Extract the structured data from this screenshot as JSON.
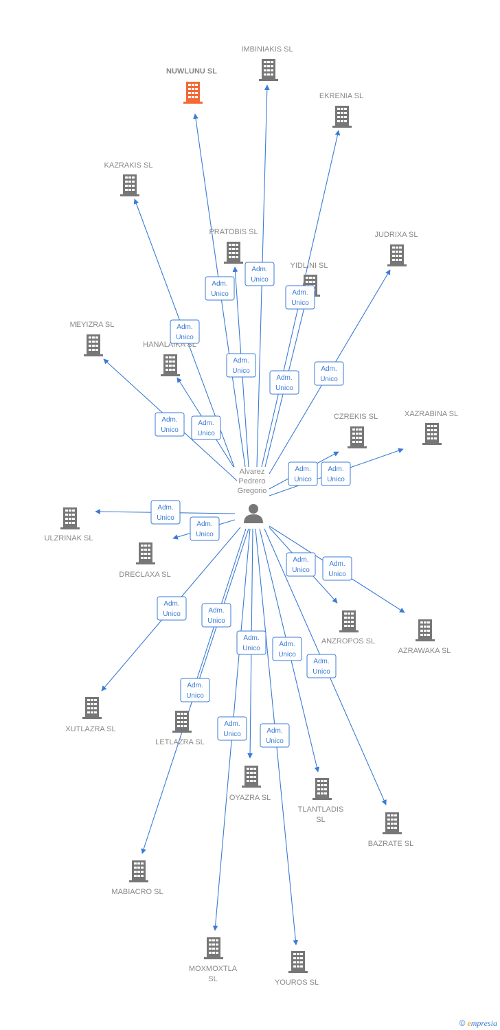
{
  "person": {
    "name_lines": [
      "Alvarez",
      "Pedrero",
      "Gregorio"
    ],
    "icon": "person-icon"
  },
  "role_label_lines": [
    "Adm.",
    "Unico"
  ],
  "colors": {
    "edge": "#3a7bd5",
    "company": "#777777",
    "highlight": "#f26a35",
    "person": "#777777"
  },
  "companies": [
    {
      "id": "imbiniakis",
      "lines": [
        "IMBINIAKIS  SL"
      ]
    },
    {
      "id": "nuwlunu",
      "lines": [
        "NUWLUNU  SL"
      ],
      "highlight": true
    },
    {
      "id": "ekrenia",
      "lines": [
        "EKRENIA  SL"
      ]
    },
    {
      "id": "kazrakis",
      "lines": [
        "KAZRAKIS  SL"
      ]
    },
    {
      "id": "pratobis",
      "lines": [
        "PRATOBIS  SL"
      ]
    },
    {
      "id": "judrixa",
      "lines": [
        "JUDRIXA  SL"
      ]
    },
    {
      "id": "yidlini",
      "lines": [
        "YIDLINI  SL"
      ]
    },
    {
      "id": "meyizra",
      "lines": [
        "MEYIZRA  SL"
      ]
    },
    {
      "id": "hanalaika",
      "lines": [
        "HANALAIKA  SL"
      ]
    },
    {
      "id": "czrekis",
      "lines": [
        "CZREKIS  SL"
      ]
    },
    {
      "id": "xazrabina",
      "lines": [
        "XAZRABINA  SL"
      ]
    },
    {
      "id": "ulzrinak",
      "lines": [
        "ULZRINAK  SL"
      ]
    },
    {
      "id": "dreclaxa",
      "lines": [
        "DRECLAXA  SL"
      ]
    },
    {
      "id": "anzropos",
      "lines": [
        "ANZROPOS  SL"
      ]
    },
    {
      "id": "azrawaka",
      "lines": [
        "AZRAWAKA  SL"
      ]
    },
    {
      "id": "xutlazra",
      "lines": [
        "XUTLAZRA  SL"
      ]
    },
    {
      "id": "letlazra",
      "lines": [
        "LETLAZRA  SL"
      ]
    },
    {
      "id": "oyazra",
      "lines": [
        "OYAZRA  SL"
      ]
    },
    {
      "id": "tlantladis",
      "lines": [
        "TLANTLADIS",
        "SL"
      ]
    },
    {
      "id": "bazrate",
      "lines": [
        "BAZRATE  SL"
      ]
    },
    {
      "id": "mabiacro",
      "lines": [
        "MABIACRO  SL"
      ]
    },
    {
      "id": "moxmoxtla",
      "lines": [
        "MOXMOXTLA",
        "SL"
      ]
    },
    {
      "id": "youros",
      "lines": [
        "YOUROS  SL"
      ]
    }
  ],
  "footer": {
    "copyright": "©",
    "brand_initial": "e",
    "brand_rest": "mpresia"
  }
}
